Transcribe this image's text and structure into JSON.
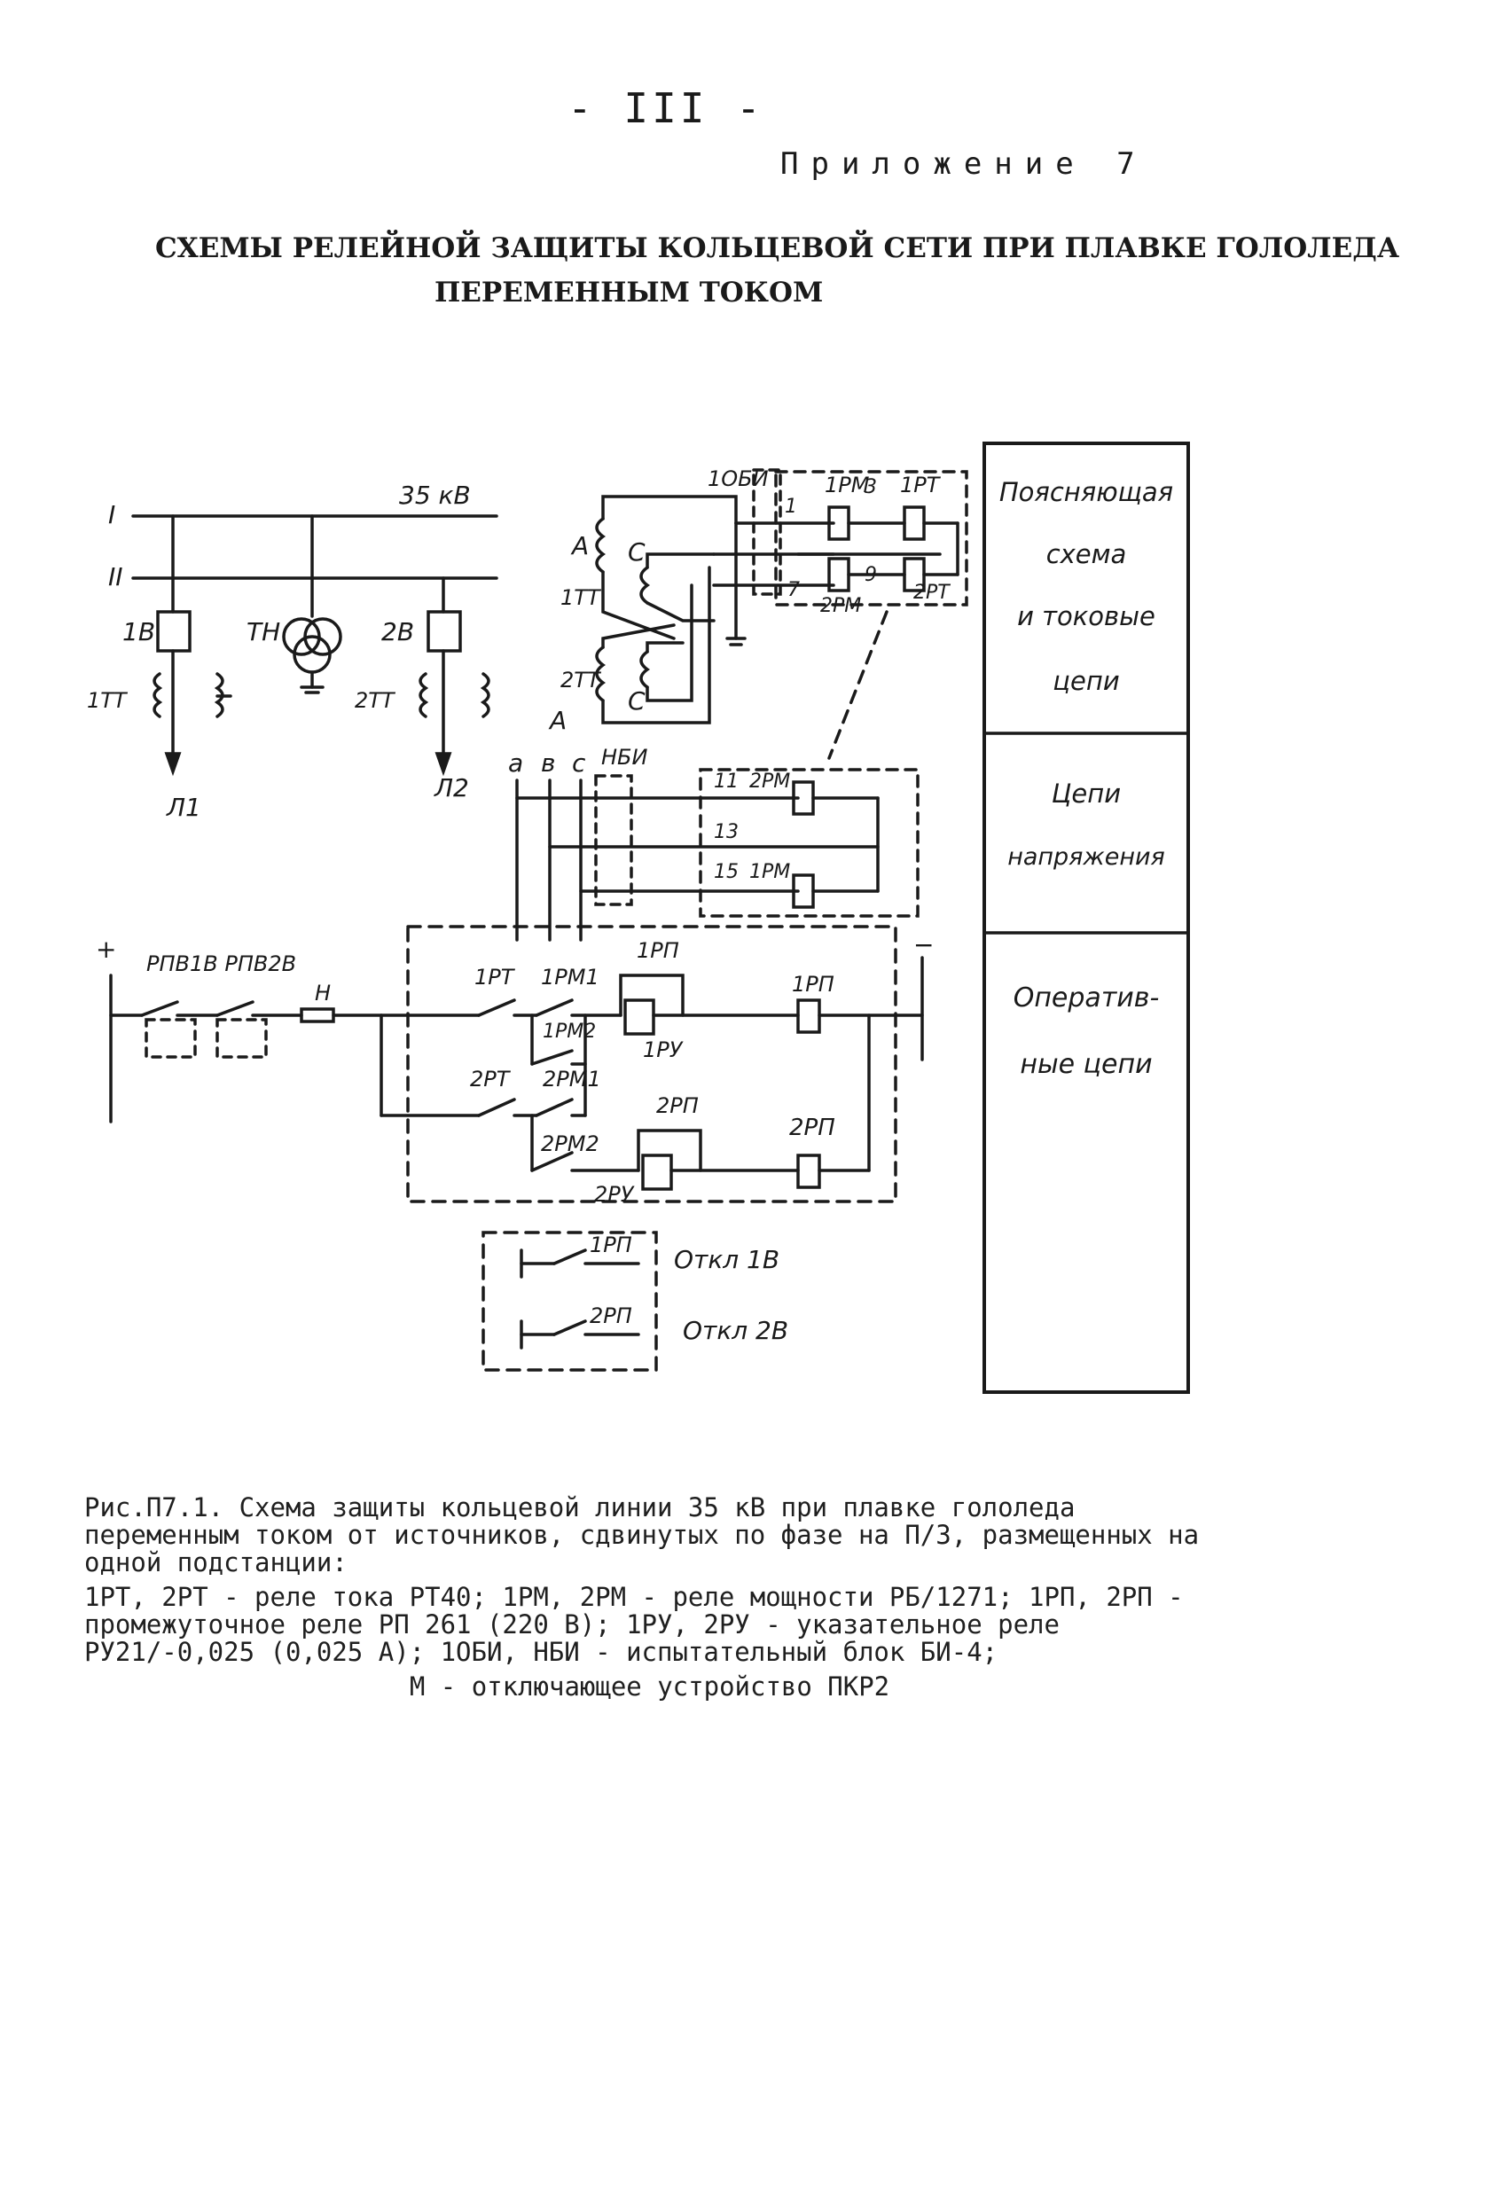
{
  "header": {
    "page_number": "- III -",
    "appendix": "Приложение 7",
    "title_line1": "СХЕМЫ РЕЛЕЙНОЙ ЗАЩИТЫ КОЛЬЦЕВОЙ СЕТИ ПРИ ПЛАВКЕ ГОЛОЛЕДА",
    "title_line2": "ПЕРЕМЕННЫМ ТОКОМ"
  },
  "diagram": {
    "bus1": "I",
    "bus2": "II",
    "voltage": "35 кВ",
    "breaker1": "1В",
    "breaker2": "2В",
    "vt": "ТН",
    "ct_line1": "1ТТ",
    "ct_line2": "2ТТ",
    "line1": "Л1",
    "line2": "Л2",
    "ct1": "1ТТ",
    "ct2": "2ТТ",
    "phaseA1": "А",
    "phaseC1": "С",
    "phaseA2": "А",
    "phaseC2": "С",
    "test_block_top": "1ОБИ",
    "relay_1pm": "1РМ",
    "relay_1rt": "1РТ",
    "relay_2pm": "2РМ",
    "relay_2rt": "2РТ",
    "n1": "1",
    "n3": "3",
    "n7": "7",
    "n9": "9",
    "phase_a": "а",
    "phase_b": "в",
    "phase_c": "с",
    "test_block_mid": "НБИ",
    "v_11": "11",
    "v_13": "13",
    "v_15": "15",
    "v_2pm": "2РМ",
    "v_1pm": "1РМ",
    "plus": "+",
    "minus": "−",
    "rpv": "РПВ1В РПВ2В",
    "fuse": "Н",
    "op_1rt": "1РТ",
    "op_1pm1": "1РМ1",
    "op_1pm2": "1РМ2",
    "op_2rt": "2РТ",
    "op_2pm1": "2РМ1",
    "op_2pm2": "2РМ2",
    "op_1rp_top": "1РП",
    "op_1ru": "1РУ",
    "op_1rp": "1РП",
    "op_2rp_top": "2РП",
    "op_2ru": "2РУ",
    "op_2rp": "2РП",
    "trip_1rp": "1РП",
    "trip_2rp": "2РП",
    "trip1": "Откл 1В",
    "trip2": "Откл 2В",
    "legend_1_line1": "Поясняющая",
    "legend_1_line2": "схема",
    "legend_1_line3": "и токовые",
    "legend_1_line4": "цепи",
    "legend_2_line1": "Цепи",
    "legend_2_line2": "напряжения",
    "legend_3_line1": "Оператив-",
    "legend_3_line2": "ные цепи"
  },
  "caption": {
    "para1": "Рис.П7.1. Схема защиты кольцевой линии 35 кВ при плавке гололеда переменным током от источников, сдвинутых по фазе на П/3, размещенных на одной подстанции:",
    "para2": "1РТ, 2РТ - реле тока РТ40; 1РМ, 2РМ - реле мощности РБ/1271; 1РП, 2РП - промежуточное реле РП 261 (220 В); 1РУ, 2РУ - указательное реле РУ21/-0,025 (0,025 А); 1ОБИ, НБИ - испытательный блок БИ-4;",
    "para3": "М - отключающее устройство ПКР2"
  }
}
